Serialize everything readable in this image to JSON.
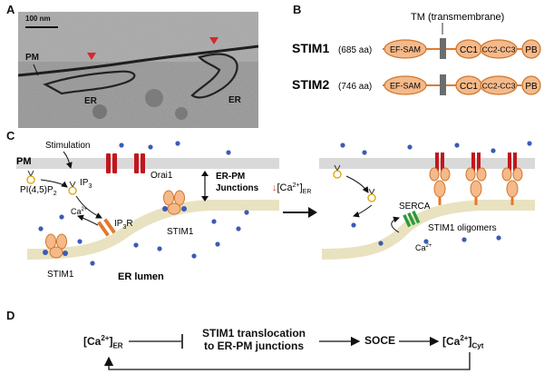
{
  "panels": {
    "a": "A",
    "b": "B",
    "c": "C",
    "d": "D"
  },
  "panel_a": {
    "scale": "100 nm",
    "pm": "PM",
    "er_left": "ER",
    "er_right": "ER"
  },
  "panel_b": {
    "tm_label": "TM (transmembrane)",
    "stim1": {
      "name": "STIM1",
      "length": "(685 aa)"
    },
    "stim2": {
      "name": "STIM2",
      "length": "(746 aa)"
    },
    "domains": {
      "efsam": "EF-SAM",
      "cc1": "CC1",
      "cc23": "CC2-CC3",
      "pb": "PB"
    }
  },
  "panel_c": {
    "pm": "PM",
    "stimulation": "Stimulation",
    "orai1": "Orai1",
    "pip2_main": "PI(4,5)P",
    "pip2_sub": "2",
    "ip3_main": "IP",
    "ip3_sub": "3",
    "ca_main": "Ca",
    "ca_sup": "2+",
    "ip3r_main": "IP",
    "ip3r_sub": "3",
    "ip3r_tail": "R",
    "stim1_er": "STIM1",
    "stim1_junction": "STIM1",
    "junctions_line1": "ER-PM",
    "junctions_line2": "Junctions",
    "er_lumen": "ER lumen",
    "arrow_main": "[Ca",
    "arrow_sup": "2+",
    "arrow_close": "]",
    "arrow_sub": "ER",
    "serca": "SERCA",
    "oligomers": "STIM1 oligomers",
    "ca2_main": "Ca",
    "ca2_sup": "2+"
  },
  "panel_d": {
    "ca_er_main": "[Ca",
    "ca_er_sup": "2+",
    "ca_er_close": "]",
    "ca_er_sub": "ER",
    "translocation_line1": "STIM1 translocation",
    "translocation_line2": "to ER-PM junctions",
    "soce": "SOCE",
    "ca_cyt_main": "[Ca",
    "ca_cyt_sup": "2+",
    "ca_cyt_close": "]",
    "ca_cyt_sub": "Cyt"
  },
  "colors": {
    "domain_fill": "#f5b98a",
    "domain_stroke": "#d0782e",
    "tm": "#6d6d6d",
    "membrane_pm": "#d9d9d9",
    "membrane_er": "#e9e2c0",
    "orai": "#c0171d",
    "ca_dot": "#3c5bb4",
    "arrow_red": "#d23a2a",
    "red_marker": "#d8262b"
  }
}
